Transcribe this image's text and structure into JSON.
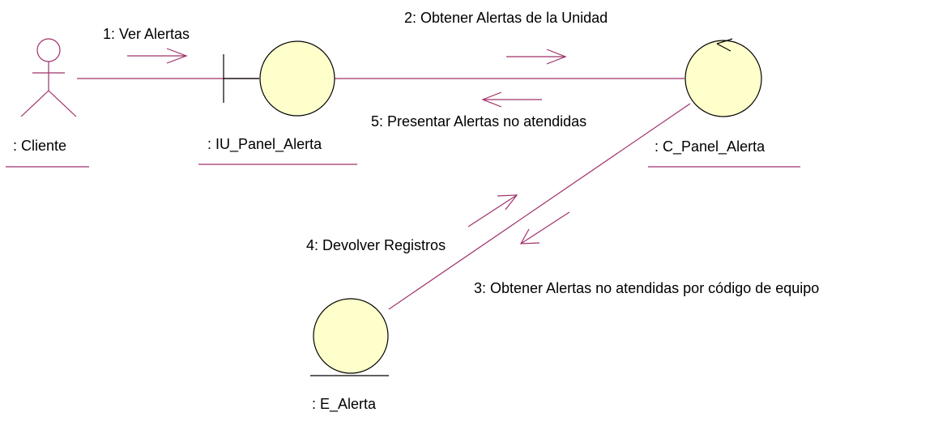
{
  "colors": {
    "line": "#a0306a",
    "fill": "#ffffcc",
    "outline": "#000000",
    "text": "#000000"
  },
  "objects": {
    "actor": {
      "label": ":  Cliente",
      "icon": "actor-icon"
    },
    "boundary": {
      "label": ": IU_Panel_Alerta",
      "icon": "boundary-icon"
    },
    "control": {
      "label": ": C_Panel_Alerta",
      "icon": "control-icon"
    },
    "entity": {
      "label": ": E_Alerta",
      "icon": "entity-icon"
    }
  },
  "messages": [
    {
      "label": "1: Ver Alertas"
    },
    {
      "label": "2: Obtener Alertas de la Unidad"
    },
    {
      "label": "3: Obtener Alertas no atendidas por código de equipo"
    },
    {
      "label": "4: Devolver Registros"
    },
    {
      "label": "5: Presentar Alertas no atendidas"
    }
  ]
}
